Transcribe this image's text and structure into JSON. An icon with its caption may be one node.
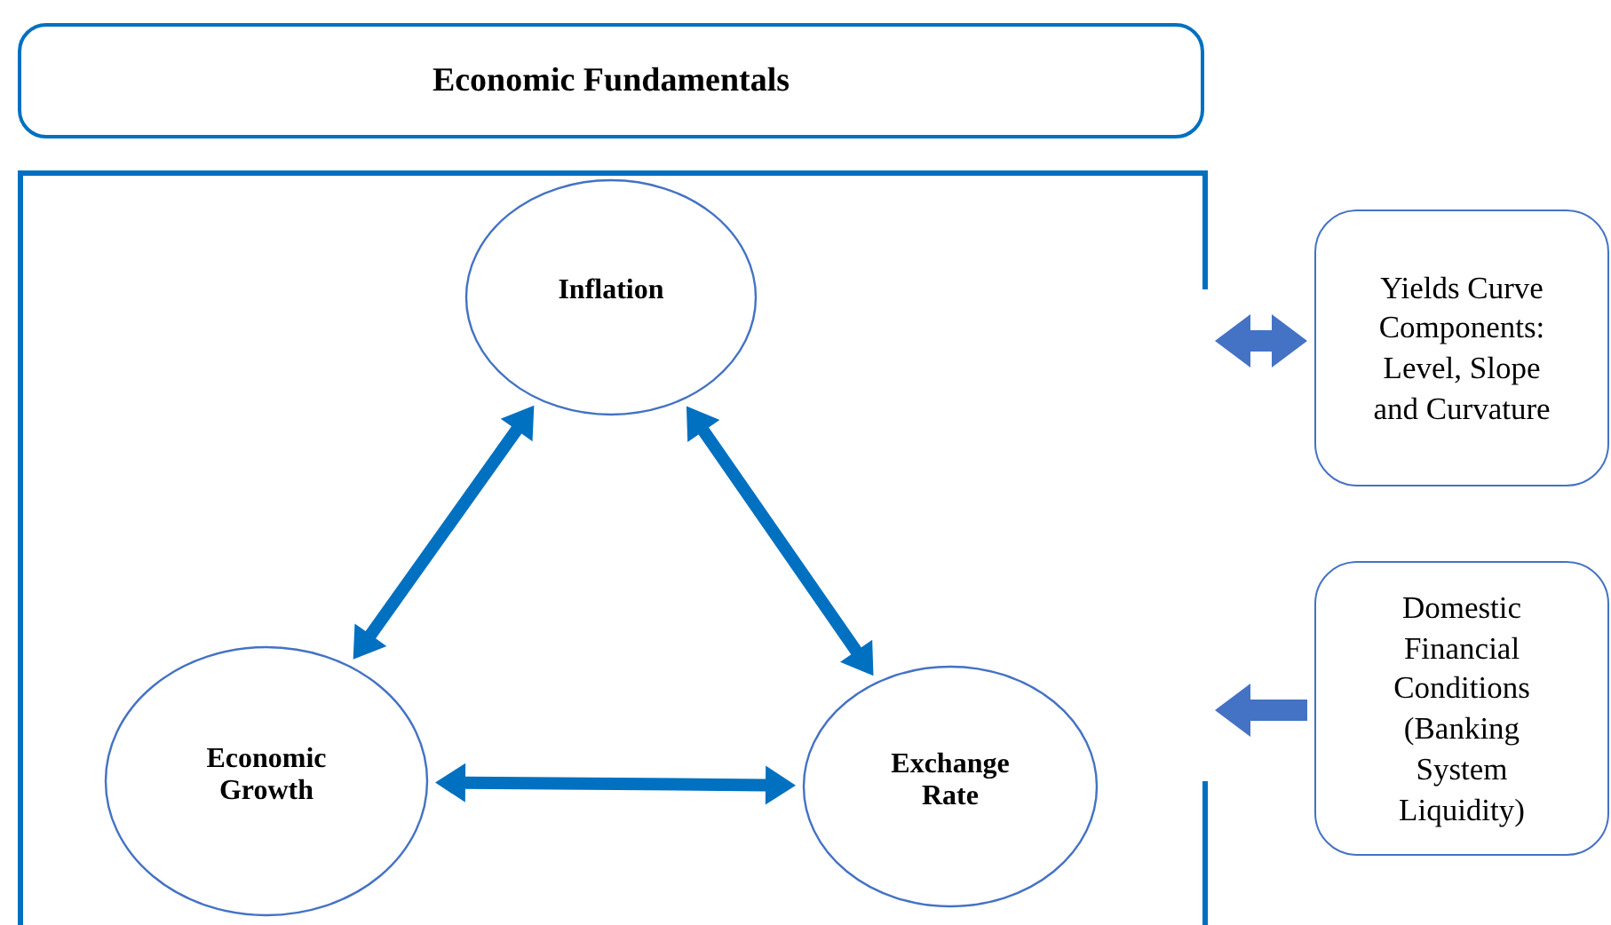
{
  "diagram": {
    "nodes": [
      {
        "text": [
          "Economic Fundamentals"
        ]
      },
      {
        "text": [],
        "shape": "box"
      },
      {
        "text": [
          "Inflation"
        ],
        "in": 1
      },
      {
        "text": [
          "Economic Growth"
        ],
        "in": 1
      },
      {
        "text": [
          "Exchange Rate"
        ],
        "in": 1
      },
      {
        "text": [
          "Yields Curve Components: Level, Slope and Curvature"
        ]
      },
      {
        "text": [
          "Domestic Financial Conditions (Banking System Liquidity)"
        ]
      }
    ],
    "edges": [
      {
        "from": 2,
        "to": 3,
        "arrow": "both"
      },
      {
        "from": 2,
        "to": 4,
        "arrow": "both"
      },
      {
        "from": 3,
        "to": 4,
        "arrow": "both"
      },
      {
        "from": 1,
        "to": 5,
        "arrow": "both",
        "style": "thick",
        "color": "#4472c4"
      },
      {
        "from": 6,
        "to": 1,
        "arrow": "to",
        "style": "thick",
        "color": "#4472c4"
      }
    ]
  }
}
